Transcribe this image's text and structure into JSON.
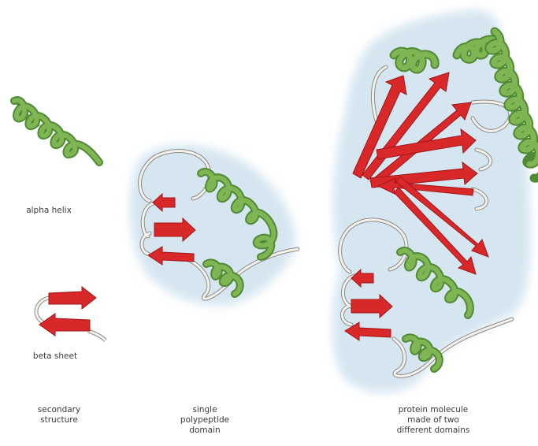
{
  "labels": {
    "alpha_helix": "alpha helix",
    "beta_sheet": "beta sheet",
    "secondary_structure": "secondary\nstructure",
    "single_domain": "single\npolypeptide\ndomain",
    "two_domains": "protein molecule\nmade of two\ndifferent domains"
  },
  "colors": {
    "helix": "#7fb653",
    "helix_dark": "#4f8a34",
    "strand": "#d8282a",
    "strand_dark": "#a11618",
    "loop": "#f4f1ea",
    "halo": "#d6e6f1",
    "halo_edge": "#9ec2de"
  }
}
